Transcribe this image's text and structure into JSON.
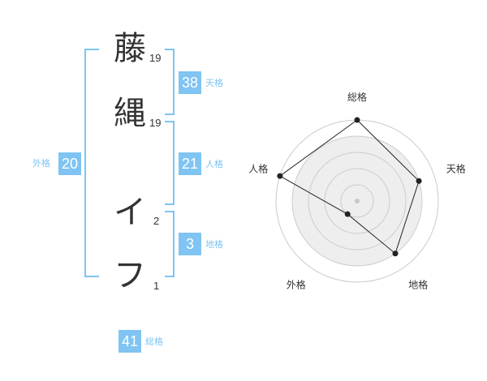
{
  "name": {
    "chars": [
      {
        "char": "藤",
        "strokes": "19"
      },
      {
        "char": "縄",
        "strokes": "19"
      },
      {
        "char": "イ",
        "strokes": "2"
      },
      {
        "char": "フ",
        "strokes": "1"
      }
    ]
  },
  "scores": {
    "tenkaku": {
      "value": "38",
      "label": "天格"
    },
    "jinkaku": {
      "value": "21",
      "label": "人格"
    },
    "chikaku": {
      "value": "3",
      "label": "地格"
    },
    "gaikaku": {
      "value": "20",
      "label": "外格"
    },
    "soukaku": {
      "value": "41",
      "label": "総格"
    }
  },
  "chart_data": {
    "type": "radar",
    "axes": [
      "総格",
      "天格",
      "地格",
      "外格",
      "人格"
    ],
    "values": [
      5,
      4,
      4,
      1,
      5
    ],
    "rmax": 5,
    "rings": 5,
    "colors": {
      "ring": "#cccccc",
      "fill": "#eeeeee",
      "line": "#222222",
      "center": "#c8c8c8"
    }
  }
}
